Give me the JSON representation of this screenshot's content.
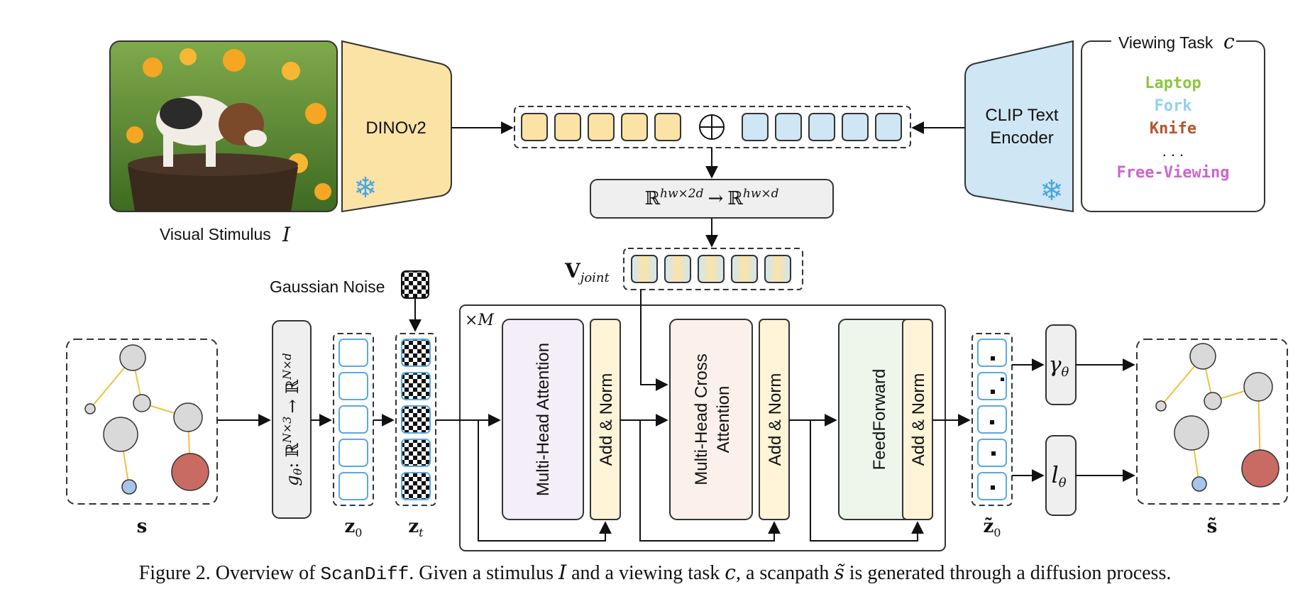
{
  "colors": {
    "dino_fill": "#fbe3a6",
    "clip_fill": "#cfe6f4",
    "token_orange": "#fbe3a6",
    "token_blue": "#cfe6f4",
    "laptop": "#8dc63f",
    "fork": "#8fd1ee",
    "knife": "#b5562a",
    "freeview": "#cc66cc",
    "mha_fill": "#f3eef8",
    "cross_fill": "#fbf0ea",
    "ff_fill": "#eef6ec",
    "addnorm_fill": "#fff4d8",
    "node_gray": "#d9d9d9",
    "node_red": "#c96b63",
    "node_blue": "#a7c4ec",
    "edge": "#f0c040"
  },
  "top": {
    "dino_label": "DINOv2",
    "clip_label_1": "CLIP Text",
    "clip_label_2": "Encoder",
    "stimulus_label": "Visual Stimulus",
    "stimulus_symbol": "I",
    "task_title": "Viewing Task",
    "task_symbol": "c",
    "tasks": [
      "Laptop",
      "Fork",
      "Knife",
      ". . .",
      "Free-Viewing"
    ],
    "concat_symbol": "⊕",
    "proj_left": "ℝ",
    "proj_left_sup": "hw×2d",
    "proj_arrow": "→",
    "proj_right": "ℝ",
    "proj_right_sup": "hw×d",
    "vjoint_main": "V",
    "vjoint_sub": "joint"
  },
  "bottom": {
    "noise_label": "Gaussian Noise",
    "repeat_label": "×M",
    "g_theta_label": "g",
    "g_theta_sub": "θ",
    "g_theta_rest": ": ℝ",
    "g_theta_sup1": "N×3",
    "g_theta_arrow": "→ ℝ",
    "g_theta_sup2": "N×d",
    "mha": "Multi-Head Attention",
    "add_norm": "Add & Norm",
    "cross_1": "Multi-Head Cross",
    "cross_2": "Attention",
    "ff": "FeedForward",
    "gamma": "γ",
    "gamma_sub": "θ",
    "l": "l",
    "l_sub": "θ",
    "label_s": "s",
    "label_z0": "z",
    "label_z0_sub": "0",
    "label_zt": "z",
    "label_zt_sub": "t",
    "label_z0tilde": "z̃",
    "label_z0tilde_sub": "0",
    "label_stilde": "s̃"
  },
  "caption": {
    "prefix": "Figure 2. Overview of ",
    "code": "ScanDiff",
    "part1": ". Given a stimulus ",
    "sym_I": "I",
    "part2": " and a viewing task ",
    "sym_c": "c",
    "part3": ", a scanpath ",
    "sym_s": "s̃",
    "part4": " is generated through a diffusion process."
  }
}
